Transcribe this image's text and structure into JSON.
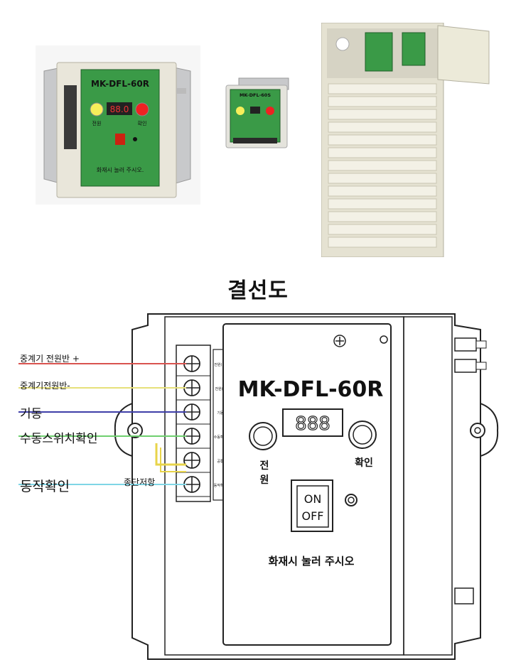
{
  "photos": {
    "large_unit": {
      "model": "MK-DFL-60R",
      "display": "88.0",
      "power_label": "전원",
      "confirm_label": "확인",
      "instruction": "화재시 눌러 주시오."
    },
    "small_unit": {
      "model": "MK-DFL-60S"
    }
  },
  "diagram_title": "결선도",
  "diagram": {
    "model": "MK-DFL-60R",
    "display": "888",
    "power_label": "전\n원",
    "power_label_line1": "전",
    "power_label_line2": "원",
    "confirm_label": "확인",
    "switch_on": "ON",
    "switch_off": "OFF",
    "instruction": "화재시 눌러 주시오",
    "terminal_labels": [
      "전원(+)",
      "전원(-)",
      "기동",
      "수동확인",
      "공통",
      "동작확인"
    ],
    "wires": [
      {
        "label": "중계기 전원반 +",
        "color": "#d9534f"
      },
      {
        "label": "중계기전원반-",
        "color": "#e6e07a"
      },
      {
        "label": "기동",
        "color": "#3f3fa8"
      },
      {
        "label": "수동스위치확인",
        "color": "#6fcf6f"
      },
      {
        "label": "동작확인",
        "color": "#7fd6e6"
      }
    ],
    "resistor_label": "종단저항"
  },
  "colors": {
    "panel_green": "#3a9a47",
    "housing_beige": "#ece9dc",
    "louver": "#f3f1e6"
  }
}
